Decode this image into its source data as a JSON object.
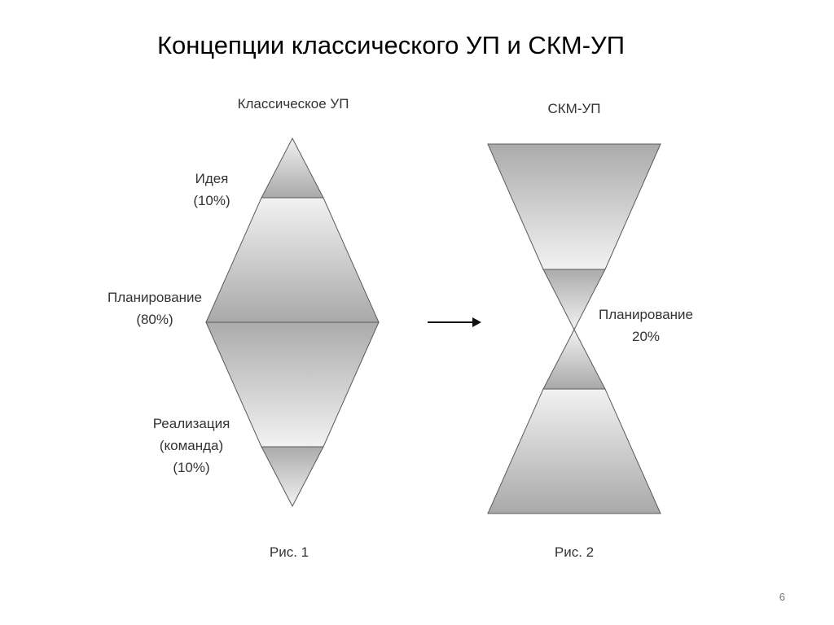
{
  "slide": {
    "title": "Концепции классического УП и СКМ-УП",
    "page_number": "6"
  },
  "fig1": {
    "heading": "Классическое УП",
    "idea_label": "Идея",
    "idea_pct": "(10%)",
    "planning_label": "Планирование",
    "planning_pct": "(80%)",
    "impl_label": "Реализация",
    "impl_team": "(команда)",
    "impl_pct": "(10%)",
    "caption": "Рис. 1"
  },
  "fig2": {
    "heading": "СКМ-УП",
    "planning_label": "Планирование",
    "planning_pct": "20%",
    "caption": "Рис. 2"
  }
}
